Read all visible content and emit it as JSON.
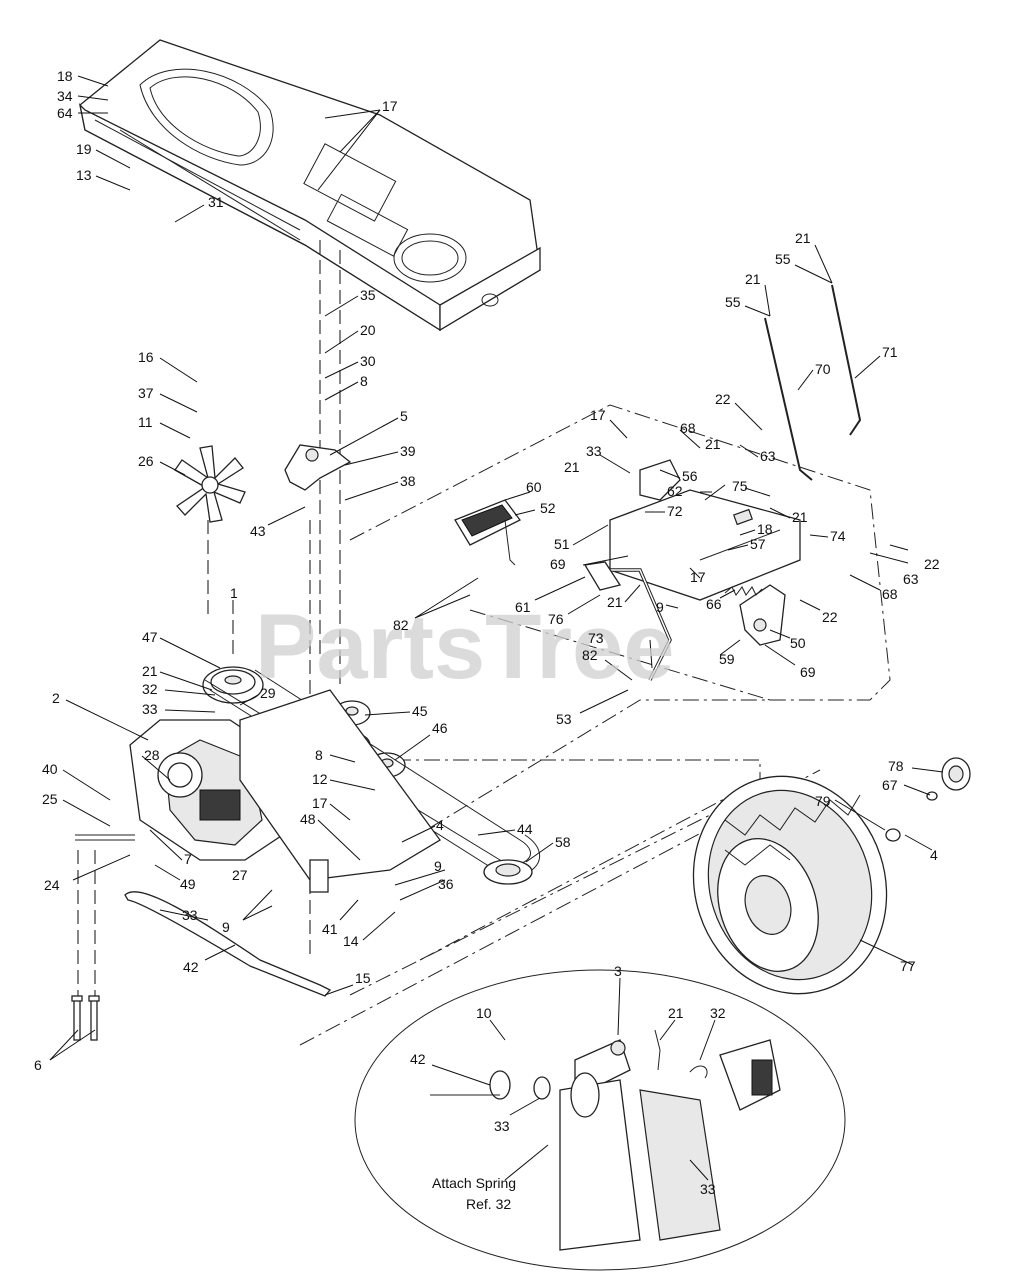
{
  "watermark": "PartsTree",
  "callout_note": {
    "line1": "Attach Spring",
    "line2": "Ref. 32"
  },
  "labels": [
    {
      "id": "18a",
      "text": "18"
    },
    {
      "id": "34",
      "text": "34"
    },
    {
      "id": "64",
      "text": "64"
    },
    {
      "id": "19",
      "text": "19"
    },
    {
      "id": "13",
      "text": "13"
    },
    {
      "id": "31",
      "text": "31"
    },
    {
      "id": "17a",
      "text": "17"
    },
    {
      "id": "35",
      "text": "35"
    },
    {
      "id": "20",
      "text": "20"
    },
    {
      "id": "30",
      "text": "30"
    },
    {
      "id": "8a",
      "text": "8"
    },
    {
      "id": "16",
      "text": "16"
    },
    {
      "id": "37",
      "text": "37"
    },
    {
      "id": "11",
      "text": "11"
    },
    {
      "id": "26",
      "text": "26"
    },
    {
      "id": "5",
      "text": "5"
    },
    {
      "id": "39",
      "text": "39"
    },
    {
      "id": "38",
      "text": "38"
    },
    {
      "id": "43",
      "text": "43"
    },
    {
      "id": "1",
      "text": "1"
    },
    {
      "id": "47",
      "text": "47"
    },
    {
      "id": "21a",
      "text": "21"
    },
    {
      "id": "32a",
      "text": "32"
    },
    {
      "id": "33a",
      "text": "33"
    },
    {
      "id": "29",
      "text": "29"
    },
    {
      "id": "2",
      "text": "2"
    },
    {
      "id": "45",
      "text": "45"
    },
    {
      "id": "46",
      "text": "46"
    },
    {
      "id": "8b",
      "text": "8"
    },
    {
      "id": "12",
      "text": "12"
    },
    {
      "id": "28",
      "text": "28"
    },
    {
      "id": "40",
      "text": "40"
    },
    {
      "id": "25",
      "text": "25"
    },
    {
      "id": "17b",
      "text": "17"
    },
    {
      "id": "48",
      "text": "48"
    },
    {
      "id": "4a",
      "text": "4"
    },
    {
      "id": "44",
      "text": "44"
    },
    {
      "id": "58",
      "text": "58"
    },
    {
      "id": "7",
      "text": "7"
    },
    {
      "id": "24",
      "text": "24"
    },
    {
      "id": "49",
      "text": "49"
    },
    {
      "id": "27",
      "text": "27"
    },
    {
      "id": "9a",
      "text": "9"
    },
    {
      "id": "36",
      "text": "36"
    },
    {
      "id": "33b",
      "text": "33"
    },
    {
      "id": "9b",
      "text": "9"
    },
    {
      "id": "41",
      "text": "41"
    },
    {
      "id": "14",
      "text": "14"
    },
    {
      "id": "15",
      "text": "15"
    },
    {
      "id": "42a",
      "text": "42"
    },
    {
      "id": "6",
      "text": "6"
    },
    {
      "id": "21b",
      "text": "21"
    },
    {
      "id": "55a",
      "text": "55"
    },
    {
      "id": "21c",
      "text": "21"
    },
    {
      "id": "55b",
      "text": "55"
    },
    {
      "id": "71",
      "text": "71"
    },
    {
      "id": "70",
      "text": "70"
    },
    {
      "id": "22a",
      "text": "22"
    },
    {
      "id": "17c",
      "text": "17"
    },
    {
      "id": "68a",
      "text": "68"
    },
    {
      "id": "63a",
      "text": "63"
    },
    {
      "id": "33c",
      "text": "33"
    },
    {
      "id": "21d",
      "text": "21"
    },
    {
      "id": "56",
      "text": "56"
    },
    {
      "id": "62",
      "text": "62"
    },
    {
      "id": "21e",
      "text": "21"
    },
    {
      "id": "75",
      "text": "75"
    },
    {
      "id": "21f",
      "text": "21"
    },
    {
      "id": "60",
      "text": "60"
    },
    {
      "id": "52",
      "text": "52"
    },
    {
      "id": "72",
      "text": "72"
    },
    {
      "id": "18b",
      "text": "18"
    },
    {
      "id": "51",
      "text": "51"
    },
    {
      "id": "57",
      "text": "57"
    },
    {
      "id": "74",
      "text": "74"
    },
    {
      "id": "69a",
      "text": "69"
    },
    {
      "id": "17d",
      "text": "17"
    },
    {
      "id": "22b",
      "text": "22"
    },
    {
      "id": "63b",
      "text": "63"
    },
    {
      "id": "61",
      "text": "61"
    },
    {
      "id": "76",
      "text": "76"
    },
    {
      "id": "21g",
      "text": "21"
    },
    {
      "id": "66",
      "text": "66"
    },
    {
      "id": "68b",
      "text": "68"
    },
    {
      "id": "82a",
      "text": "82"
    },
    {
      "id": "9c",
      "text": "9"
    },
    {
      "id": "22c",
      "text": "22"
    },
    {
      "id": "73",
      "text": "73"
    },
    {
      "id": "50",
      "text": "50"
    },
    {
      "id": "82b",
      "text": "82"
    },
    {
      "id": "59",
      "text": "59"
    },
    {
      "id": "69b",
      "text": "69"
    },
    {
      "id": "53",
      "text": "53"
    },
    {
      "id": "78",
      "text": "78"
    },
    {
      "id": "67",
      "text": "67"
    },
    {
      "id": "79",
      "text": "79"
    },
    {
      "id": "4b",
      "text": "4"
    },
    {
      "id": "77",
      "text": "77"
    },
    {
      "id": "3",
      "text": "3"
    },
    {
      "id": "10",
      "text": "10"
    },
    {
      "id": "21h",
      "text": "21"
    },
    {
      "id": "32b",
      "text": "32"
    },
    {
      "id": "42b",
      "text": "42"
    },
    {
      "id": "33d",
      "text": "33"
    },
    {
      "id": "33e",
      "text": "33"
    }
  ]
}
